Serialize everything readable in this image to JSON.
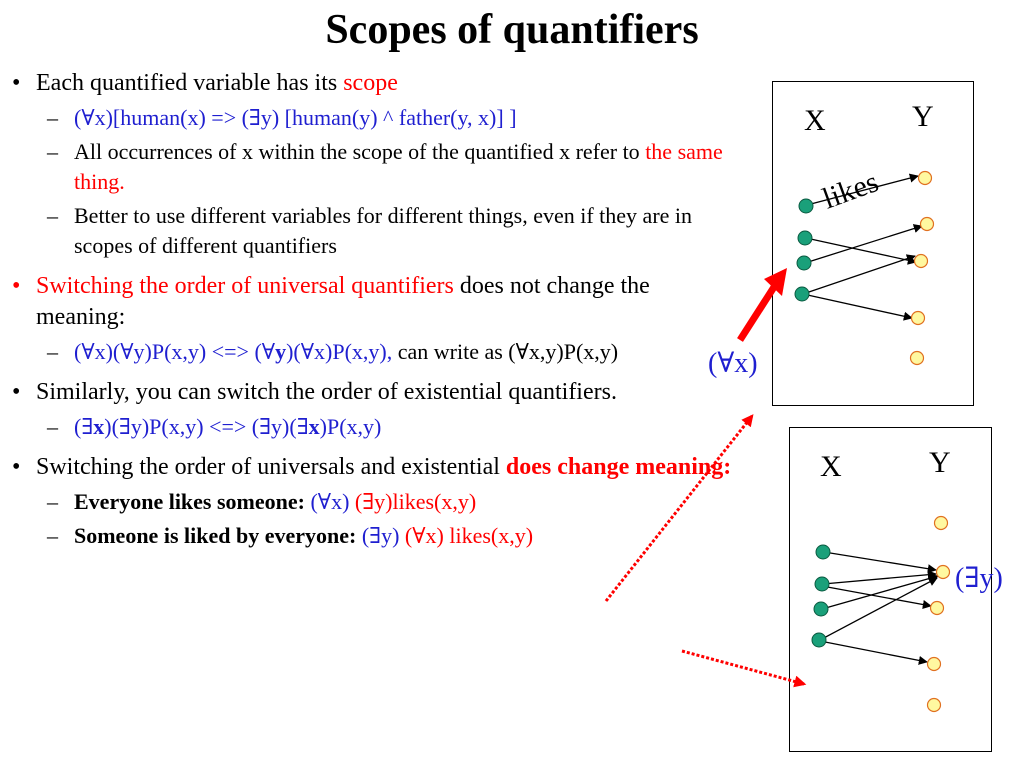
{
  "title": "Scopes of quantifiers",
  "bullets": [
    {
      "level": 1,
      "parts": [
        {
          "text": "Each quantified variable has its ",
          "color": "black"
        },
        {
          "text": "scope",
          "color": "red"
        }
      ]
    },
    {
      "level": 2,
      "parts": [
        {
          "text": "(∀x)[human(x) => (∃y) [human(y) ^ father(y, x)] ]",
          "color": "blue"
        }
      ]
    },
    {
      "level": 2,
      "parts": [
        {
          "text": "All occurrences of x within the scope of the quantified x refer to ",
          "color": "black"
        },
        {
          "text": "the same thing.",
          "color": "red"
        }
      ]
    },
    {
      "level": 2,
      "parts": [
        {
          "text": "Better to use different variables for different things, even if they are in scopes of different quantifiers",
          "color": "black"
        }
      ]
    },
    {
      "level": 1,
      "bullet_color": "red",
      "parts": [
        {
          "text": "Switching the order of universal quantifiers",
          "color": "red"
        },
        {
          "text": " does not change the meaning:",
          "color": "black"
        }
      ]
    },
    {
      "level": 2,
      "parts": [
        {
          "text": "(∀x)(∀y)P(x,y) <=> (∀",
          "color": "blue"
        },
        {
          "text": "y",
          "color": "blue",
          "bold": true
        },
        {
          "text": ")(∀x)P(x,y),",
          "color": "blue"
        },
        {
          "text": " can write as (∀x,y)P(x,y)",
          "color": "black"
        }
      ]
    },
    {
      "level": 1,
      "parts": [
        {
          "text": "Similarly, you can switch the order of existential quantifiers.",
          "color": "black"
        }
      ]
    },
    {
      "level": 2,
      "parts": [
        {
          "text": "(∃",
          "color": "blue"
        },
        {
          "text": "x",
          "color": "blue",
          "bold": true
        },
        {
          "text": ")(∃y)P(x,y) <=> (∃y)(∃",
          "color": "blue"
        },
        {
          "text": "x",
          "color": "blue",
          "bold": true
        },
        {
          "text": ")P(x,y)",
          "color": "blue"
        }
      ]
    },
    {
      "level": 1,
      "parts": [
        {
          "text": "Switching the order of universals and existential ",
          "color": "black"
        },
        {
          "text": "does change meaning:",
          "color": "red",
          "bold": true
        }
      ]
    },
    {
      "level": 2,
      "parts": [
        {
          "text": "Everyone likes someone:",
          "color": "black",
          "bold": true
        },
        {
          "text": " (∀x) ",
          "color": "blue"
        },
        {
          "text": "(∃y)likes(x,y)",
          "color": "red"
        }
      ]
    },
    {
      "level": 2,
      "parts": [
        {
          "text": "Someone is liked by everyone:",
          "color": "black",
          "bold": true
        },
        {
          "text": " (∃y) ",
          "color": "blue"
        },
        {
          "text": "(∀x) likes(x,y)",
          "color": "red"
        }
      ]
    }
  ],
  "bullet_marks": {
    "level1": "•",
    "level2": "–"
  },
  "colors": {
    "black": "#000000",
    "red": "#ff0000",
    "blue": "#1f1fd0",
    "node_x": "#1aa07a",
    "node_y": "#fff8a0",
    "node_y_stroke": "#e07020"
  },
  "diagram_top": {
    "x_label": "X",
    "y_label": "Y",
    "edge_label": "likes",
    "quantifier_label": "(∀x)"
  },
  "diagram_bottom": {
    "x_label": "X",
    "y_label": "Y",
    "quantifier_label": "(∃y)"
  }
}
